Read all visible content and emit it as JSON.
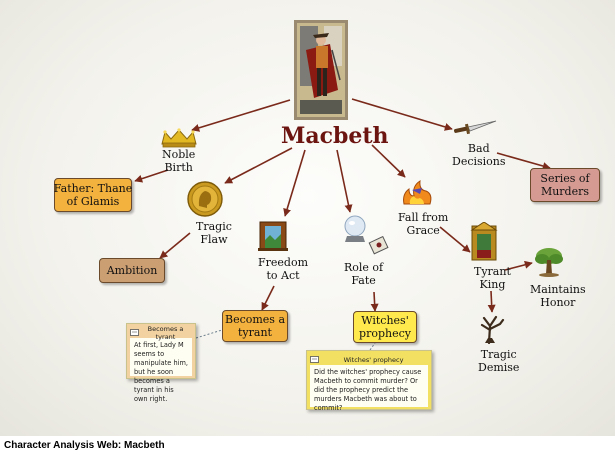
{
  "diagram": {
    "title": "Macbeth",
    "caption": "Character Analysis Web: Macbeth",
    "labels": {
      "noble_birth": "Noble\nBirth",
      "tragic_flaw": "Tragic\nFlaw",
      "freedom_to_act": "Freedom\nto Act",
      "role_of_fate": "Role of\nFate",
      "fall_from_grace": "Fall from\nGrace",
      "bad_decisions": "Bad\nDecisions",
      "tyrant_king": "Tyrant\nKing",
      "maintains_honor": "Maintains\nHonor",
      "tragic_demise": "Tragic\nDemise"
    },
    "boxes": {
      "father": "Father: Thane\nof Glamis",
      "ambition": "Ambition",
      "becomes_tyrant": "Becomes a\ntyrant",
      "witches_prophecy": "Witches'\nprophecy",
      "series_of_murders": "Series of\nMurders"
    },
    "notes": {
      "tyrant": {
        "title": "Becomes a tyrant",
        "body": "At first, Lady M seems to manipulate him, but he soon becomes a tyrant in his own right."
      },
      "prophecy": {
        "title": "Witches' prophecy",
        "body": "Did the witches' prophecy cause Macbeth to commit murder? Or did the prophecy predict the murders Macbeth was about to commit?"
      }
    },
    "icons": [
      "portrait-icon",
      "crown-icon",
      "coin-icon",
      "doorway-icon",
      "crystal-ball-icon",
      "card-icon",
      "fire-icon",
      "dagger-icon",
      "throne-icon",
      "tree-icon",
      "dead-tree-icon"
    ]
  },
  "colors": {
    "arrow": "#7a2a1a",
    "title": "#6b1410",
    "orange_box": "#f3b13d",
    "tan_box": "#cc9f73",
    "rose_box": "#d59b93",
    "yellow_box": "#ffe94d"
  }
}
